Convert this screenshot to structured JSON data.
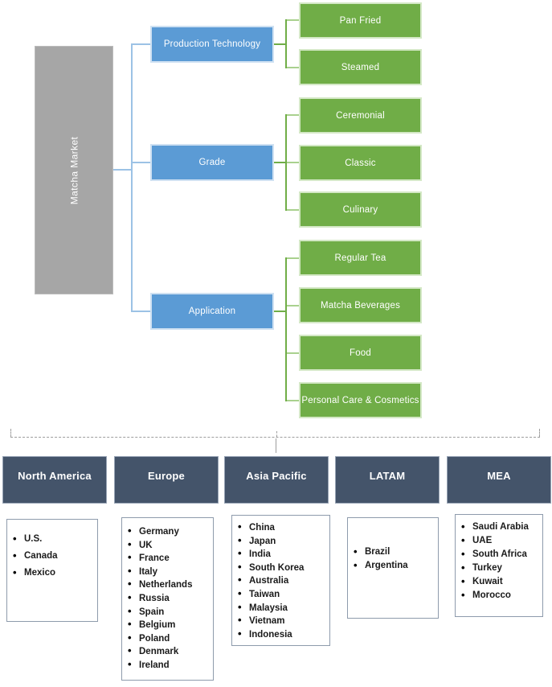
{
  "diagram": {
    "root": {
      "label": "Matcha Market"
    },
    "segments": [
      {
        "label": "Production Technology",
        "children": [
          "Pan Fried",
          "Steamed"
        ]
      },
      {
        "label": "Grade",
        "children": [
          "Ceremonial",
          "Classic",
          "Culinary"
        ]
      },
      {
        "label": "Application",
        "children": [
          "Regular Tea",
          "Matcha Beverages",
          "Food",
          "Personal Care & Cosmetics"
        ]
      }
    ]
  },
  "regions": [
    {
      "label": "North America",
      "countries": [
        "U.S.",
        "Canada",
        "Mexico"
      ]
    },
    {
      "label": "Europe",
      "countries": [
        "Germany",
        "UK",
        "France",
        "Italy",
        "Netherlands",
        "Russia",
        "Spain",
        "Belgium",
        "Poland",
        "Denmark",
        "Ireland"
      ]
    },
    {
      "label": "Asia Pacific",
      "countries": [
        "China",
        "Japan",
        "India",
        "South Korea",
        "Australia",
        "Taiwan",
        "Malaysia",
        "Vietnam",
        "Indonesia"
      ]
    },
    {
      "label": "LATAM",
      "countries": [
        "Brazil",
        "Argentina"
      ]
    },
    {
      "label": "MEA",
      "countries": [
        "Saudi Arabia",
        "UAE",
        "South Africa",
        "Turkey",
        "Kuwait",
        "Morocco"
      ]
    }
  ],
  "colors": {
    "root_box": "#A6A6A6",
    "segment_box": "#5B9BD5",
    "subsegment_box": "#70AD47",
    "region_header": "#44546A",
    "connector_blue": "#9CC2E5",
    "connector_green": "#70AD47",
    "connector_green_light": "#A9D18E"
  }
}
